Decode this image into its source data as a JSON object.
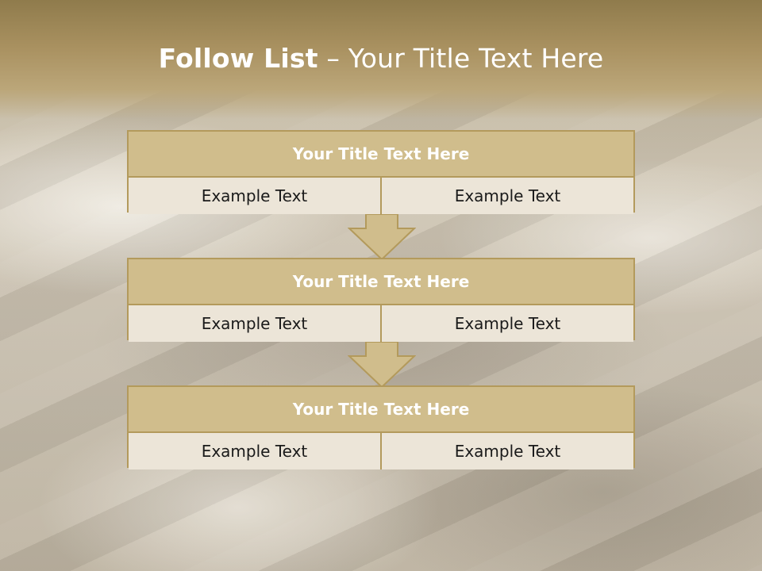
{
  "title": {
    "bold": "Follow List",
    "rest": " – Your Title Text Here"
  },
  "blocks": [
    {
      "title": "Your Title Text Here",
      "left": "Example Text",
      "right": "Example Text"
    },
    {
      "title": "Your Title Text Here",
      "left": "Example Text",
      "right": "Example Text"
    },
    {
      "title": "Your Title Text Here",
      "left": "Example Text",
      "right": "Example Text"
    }
  ],
  "colors": {
    "accent": "#b39a5c",
    "header_fill": "#d0bd8c",
    "cell_fill": "#ece5d8"
  }
}
